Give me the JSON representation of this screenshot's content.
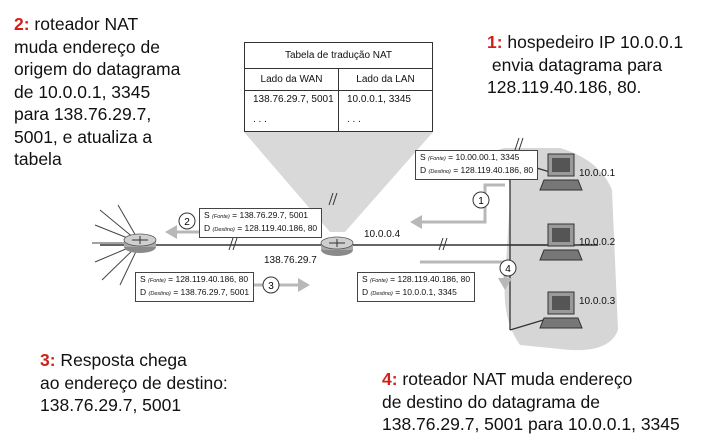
{
  "annotations": {
    "step2": {
      "num": "2:",
      "text": " roteador NAT\nmuda endereço de\norigem do datagrama\nde 10.0.0.1, 3345\npara 138.76.29.7,\n5001, e atualiza a\ntabela"
    },
    "step1": {
      "num": "1:",
      "text": " hospedeiro IP 10.0.0.1\n envia datagrama para\n128.119.40.186, 80."
    },
    "step3": {
      "num": "3:",
      "text": " Resposta chega\nao endereço de destino:\n138.76.29.7, 5001"
    },
    "step4": {
      "num": "4:",
      "text": " roteador NAT muda endereço\nde destino do datagrama de\n138.76.29.7, 5001 para 10.0.0.1, 3345"
    }
  },
  "nat_table": {
    "title": "Tabela de tradução NAT",
    "col_wan": "Lado da WAN",
    "col_lan": "Lado da LAN",
    "rows": [
      {
        "wan": "138.76.29.7, 5001",
        "lan": "10.0.0.1, 3345"
      },
      {
        "wan": ". . .",
        "lan": ". . ."
      }
    ]
  },
  "packets": {
    "p1": {
      "s_key": "S",
      "s_word": "(Fonte)",
      "s_val": "= 10.00.00.1, 3345",
      "d_key": "D",
      "d_word": "(Destino)",
      "d_val": "= 128.119.40.186, 80"
    },
    "p2": {
      "s_key": "S",
      "s_word": "(Fonte)",
      "s_val": "= 138.76.29.7, 5001",
      "d_key": "D",
      "d_word": "(Destino)",
      "d_val": "= 128.119.40.186, 80"
    },
    "p3": {
      "s_key": "S",
      "s_word": "(Fonte)",
      "s_val": "= 128.119.40.186, 80",
      "d_key": "D",
      "d_word": "(Destino)",
      "d_val": "= 138.76.29.7, 5001"
    },
    "p4": {
      "s_key": "S",
      "s_word": "(Fonte)",
      "s_val": "= 128.119.40.186, 80",
      "d_key": "D",
      "d_word": "(Destino)",
      "d_val": "= 10.0.0.1, 3345"
    }
  },
  "step_markers": {
    "m1": "1",
    "m2": "2",
    "m3": "3",
    "m4": "4"
  },
  "addresses": {
    "router_lan": "10.0.0.4",
    "router_wan": "138.76.29.7",
    "host1": "10.0.0.1",
    "host2": "10.0.0.2",
    "host3": "10.0.0.3"
  },
  "colors": {
    "step_number": "#d0201a",
    "lan_cloud": "#d6d6d6",
    "arrow": "#b8b8b8"
  }
}
